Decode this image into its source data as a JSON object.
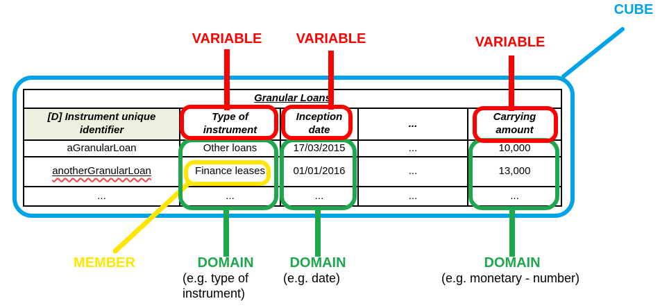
{
  "colors": {
    "cube_blue": "#00a2e8",
    "variable_red": "#fe0000",
    "domain_green": "#1fa74d",
    "member_yellow": "#ffe600",
    "header_cell_bg": "#ebf1de"
  },
  "annotations": {
    "cube": {
      "label": "CUBE"
    },
    "variables": [
      {
        "label": "VARIABLE"
      },
      {
        "label": "VARIABLE"
      },
      {
        "label": "VARIABLE"
      }
    ],
    "member": {
      "label": "MEMBER"
    },
    "domains": [
      {
        "label": "DOMAIN",
        "caption": "(e.g. type of instrument)"
      },
      {
        "label": "DOMAIN",
        "caption": "(e.g. date)"
      },
      {
        "label": "DOMAIN",
        "caption": "(e.g. monetary - number)"
      }
    ]
  },
  "table": {
    "title": "Granular Loans",
    "columns": [
      "[D] Instrument unique identifier",
      "Type of instrument",
      "Inception date",
      "...",
      "Carrying amount"
    ],
    "rows": [
      [
        "aGranularLoan",
        "Other loans",
        "17/03/2015",
        "...",
        "10,000"
      ],
      [
        "anotherGranularLoan",
        "Finance leases",
        "01/01/2016",
        "...",
        "13,000"
      ],
      [
        "...",
        "...",
        "...",
        "...",
        "..."
      ]
    ]
  }
}
